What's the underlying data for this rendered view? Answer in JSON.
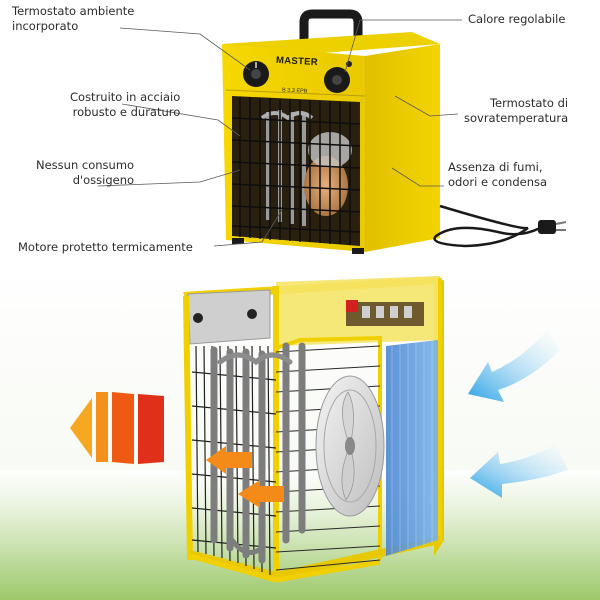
{
  "labels": {
    "termostato_ambiente": [
      "Termostato ambiente",
      "incorporato"
    ],
    "calore_regolabile": [
      "Calore regolabile"
    ],
    "costruito_acciaio": [
      "Costruito in acciaio",
      "robusto e duraturo"
    ],
    "termostato_sovratemperatura": [
      "Termostato di",
      "sovratemperatura"
    ],
    "nessun_consumo": [
      "Nessun consumo",
      "d'ossigeno"
    ],
    "assenza_fumi": [
      "Assenza di fumi,",
      "odori e condensa"
    ],
    "motore_protetto": [
      "Motore protetto termicamente"
    ]
  },
  "product": {
    "brand": "MASTER",
    "model": "B 3,3 EPB"
  },
  "colors": {
    "housing_yellow": "#f2d200",
    "housing_shadow": "#c9ad00",
    "grille_black": "#1c1c1c",
    "element_grey": "#7d7d7d",
    "hot_air_orange": "#f07a10",
    "hot_air_red": "#e23a10",
    "cold_air_blue": "#3aa8e8",
    "filter_blue": "#5a90d6",
    "grass_green": "#9cc86a",
    "leader_line": "#5a5a5a"
  }
}
